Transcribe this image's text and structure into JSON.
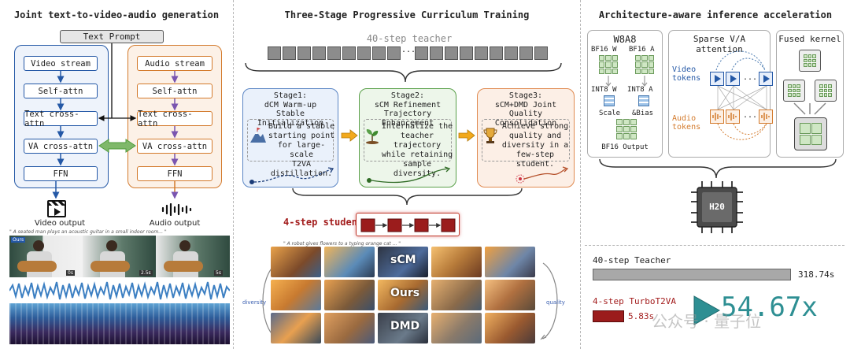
{
  "left": {
    "title": "Joint text-to-video-audio generation",
    "text_prompt": "Text Prompt",
    "video_stream": "Video stream",
    "audio_stream": "Audio stream",
    "self_attn": "Self-attn",
    "text_cross_attn": "Text cross-attn",
    "va_cross_attn": "VA cross-attn",
    "ffn": "FFN",
    "video_output": "Video output",
    "audio_output": "Audio output",
    "caption": "\" A seated man plays an acoustic guitar in a small indoor room... \"",
    "ours_tag": "Ours",
    "frame_labels": [
      "0s",
      "2.5s",
      "5s"
    ]
  },
  "middle": {
    "title": "Three-Stage Progressive Curriculum Training",
    "teacher_label": "40-step teacher",
    "ellipsis": "...",
    "stage1": {
      "title_lines": [
        "Stage1:",
        "dCM Warm-up",
        "Stable Initialization"
      ],
      "text_lines": [
        "Build a stable",
        "starting point",
        "for large-scale",
        "T2VA distillation."
      ]
    },
    "stage2": {
      "title_lines": [
        "Stage2:",
        "sCM Refinement",
        "Trajectory Enhancement"
      ],
      "text_lines": [
        "Internalize the",
        "teacher trajectory",
        "while retaining",
        "sample diversity."
      ]
    },
    "stage3": {
      "title_lines": [
        "Stage3:",
        "sCM+DMD Joint",
        "Quality Consolidation"
      ],
      "text_lines": [
        "Achieve strong",
        "quality and",
        "diversity in a",
        "few-step student."
      ]
    },
    "student_label": "4-step student",
    "grid_caption": "\" A robot gives flowers to a typing orange cat ... \"",
    "row_labels": [
      "sCM",
      "Ours",
      "DMD"
    ],
    "diversity": "diversity",
    "quality": "quality"
  },
  "right": {
    "title": "Architecture-aware inference acceleration",
    "w8a8": {
      "title": "W8A8",
      "bf16_w": "BF16 W",
      "bf16_a": "BF16 A",
      "int8_w": "INT8 W",
      "int8_a": "INT8 A",
      "scale": "Scale",
      "bias": "&Bias",
      "output": "BF16 Output"
    },
    "sparse": {
      "title": "Sparse V/A attention",
      "video_tokens": [
        "Video",
        "tokens"
      ],
      "audio_tokens": [
        "Audio",
        "tokens"
      ],
      "ellipsis": "..."
    },
    "fused": {
      "title": "Fused kernel"
    },
    "chip": "H20",
    "teacher": {
      "label": "40-step Teacher",
      "time": "318.74s",
      "seconds": 318.74
    },
    "student": {
      "label": "4-step TurboT2VA",
      "time": "5.83s",
      "seconds": 5.83
    },
    "speedup": "54.67x",
    "watermark": "公众号 · 量子位"
  },
  "colors": {
    "video_blue": "#2458a6",
    "audio_orange": "#d37a2c",
    "va_green": "#4e9a3a",
    "stage1_bg": "#eaf1fb",
    "stage2_bg": "#edf6ea",
    "stage3_bg": "#fcefe6",
    "student_red": "#9b1c1c",
    "speed_teal": "#2e8f93"
  }
}
